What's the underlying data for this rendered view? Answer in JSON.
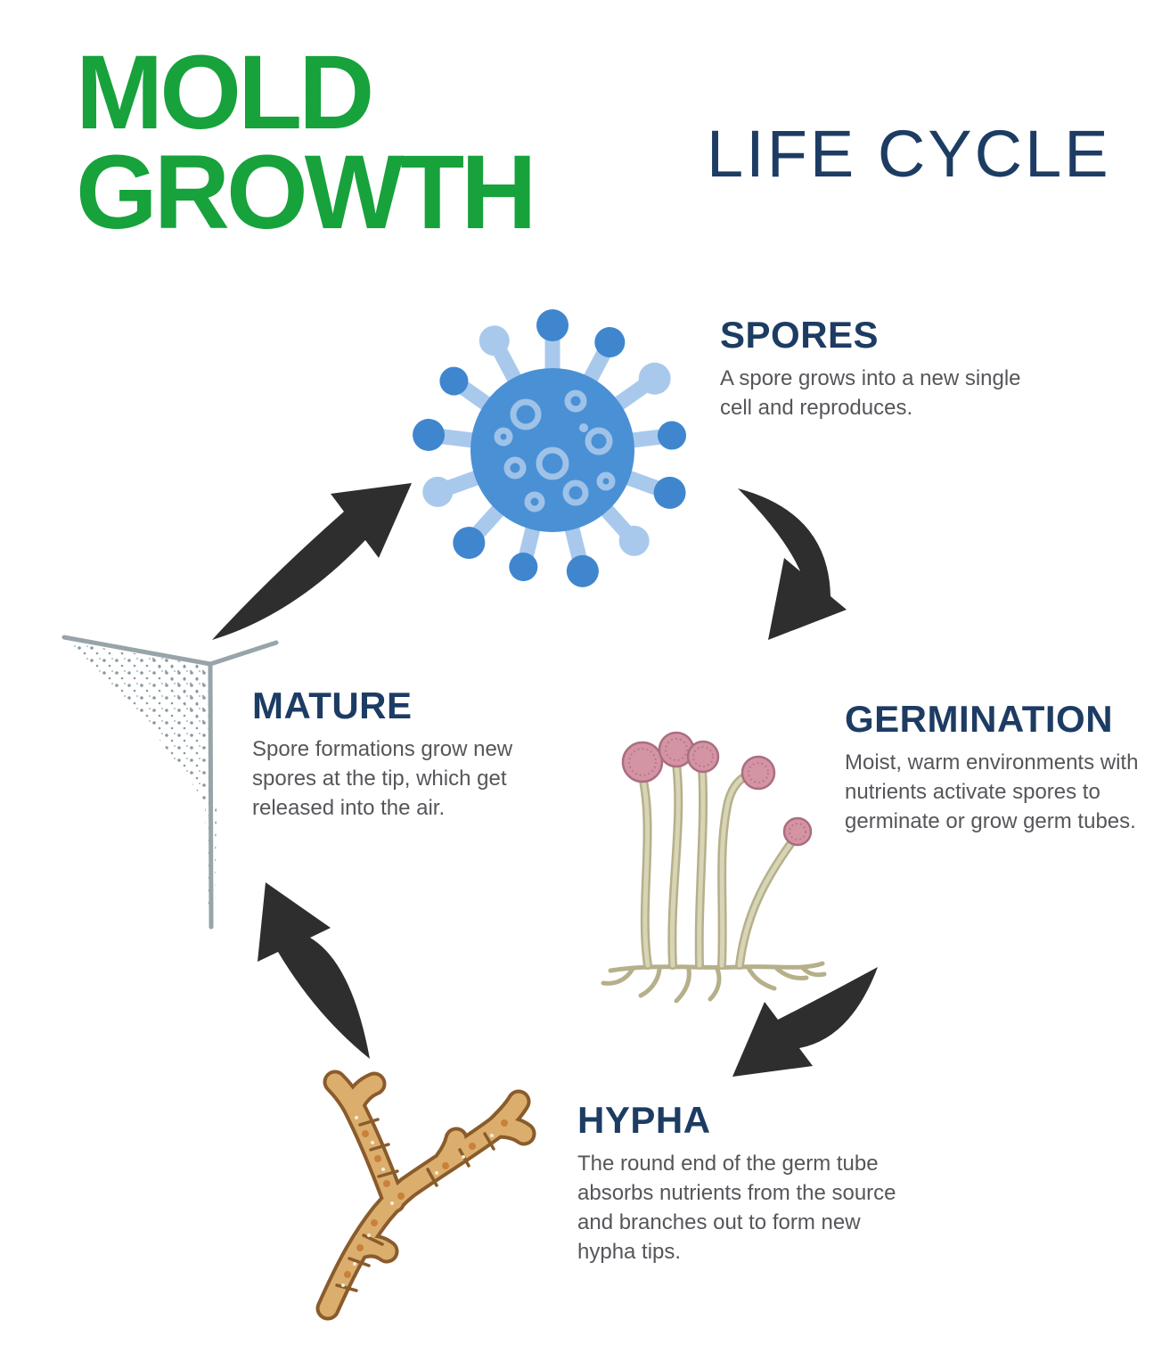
{
  "title": {
    "brand_line1": "MOLD",
    "brand_line2": "GROWTH",
    "subtitle": "LIFE CYCLE"
  },
  "stages": [
    {
      "name": "SPORES",
      "description": "A spore grows into a new single cell and reproduces."
    },
    {
      "name": "GERMINATION",
      "description": "Moist, warm environments with nutrients activate spores to germinate or grow germ tubes."
    },
    {
      "name": "HYPHA",
      "description": "The round end of the germ tube absorbs nutrients from the source and branches out to form new hypha tips."
    },
    {
      "name": "MATURE",
      "description": "Spore formations grow new spores at the tip, which get released into the air."
    }
  ],
  "icons": [
    "spore-cell-icon",
    "germination-mold-icon",
    "hypha-branch-icon",
    "mature-corner-spores-icon"
  ],
  "colors": {
    "green": "#17a23c",
    "navy": "#1d3c63",
    "body-text": "#55565a",
    "arrow": "#2e2e2e",
    "spore-blue": "#4a90d5",
    "spore-light": "#a9c9ec",
    "germ-pink": "#d494a4",
    "germ-stem": "#b5b08a",
    "hypha-tan": "#dcae6d",
    "hypha-outline": "#8a5b2b",
    "speckle-gray": "#98a4aa"
  }
}
